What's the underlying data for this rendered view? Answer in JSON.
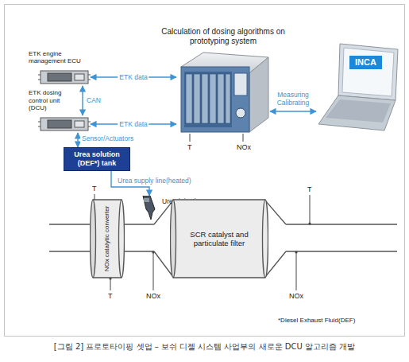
{
  "diagram": {
    "caption": "[그림 2] 프로토타이핑 셋업 – 보쉬 디젤 시스템 사업부의 새로운 DCU 알고리즘 개발",
    "nodes": [
      {
        "text": [
          "Calculation of dosing algorithms on prototyping system"
        ]
      },
      {
        "text": [
          "INCA"
        ]
      },
      {
        "text": [
          "ETK engine management ECU"
        ]
      },
      {
        "text": [
          "ETK dosing control unit (DCU)"
        ]
      },
      {
        "text": [
          "Urea solution (DEF*) tank"
        ]
      },
      {
        "text": [
          "Urea injection"
        ]
      },
      {
        "text": [
          "NOx catalytic converter"
        ]
      },
      {
        "text": [
          "SCR catalyst and particulate filter"
        ]
      }
    ],
    "edges": [
      {
        "from": 2,
        "to": 0,
        "label": "ETK data",
        "arrow": "both"
      },
      {
        "from": 2,
        "to": 3,
        "label": "CAN",
        "arrow": "both"
      },
      {
        "from": 3,
        "to": 0,
        "label": "ETK data",
        "arrow": "both"
      },
      {
        "from": 0,
        "to": 1,
        "label": "Measuring Calibrating",
        "arrow": "both"
      },
      {
        "from": 3,
        "to": 4,
        "label": "Sensor/Actuators",
        "arrow": "both"
      },
      {
        "from": 4,
        "to": 5,
        "label": "Urea supply line(heated)",
        "arrow": "to"
      }
    ],
    "labels": [
      "T",
      "NOx",
      "T",
      "T",
      "NOx",
      "T",
      "NOx",
      "*Diesel Exhaust Fluid(DEF)"
    ]
  }
}
